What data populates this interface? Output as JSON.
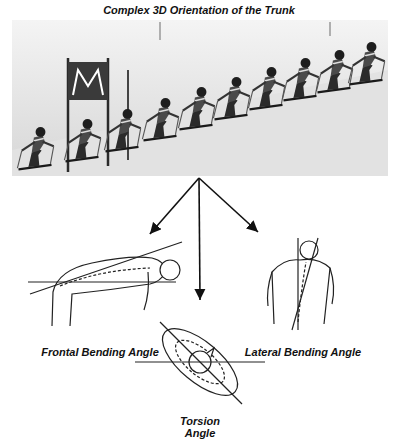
{
  "diagram": {
    "nodes": [
      {
        "text": [
          "Complex 3D Orientation of the Trunk"
        ]
      },
      {
        "text": [
          "Frontal Bending Angle"
        ]
      },
      {
        "text": [
          "Lateral Bending Angle"
        ]
      },
      {
        "text": [
          "Torsion Angle"
        ]
      }
    ],
    "edges": [
      {
        "from": 0,
        "to": 1,
        "arrow": "to"
      },
      {
        "from": 0,
        "to": 2,
        "arrow": "to"
      },
      {
        "from": 0,
        "to": 3,
        "arrow": "to"
      }
    ]
  }
}
